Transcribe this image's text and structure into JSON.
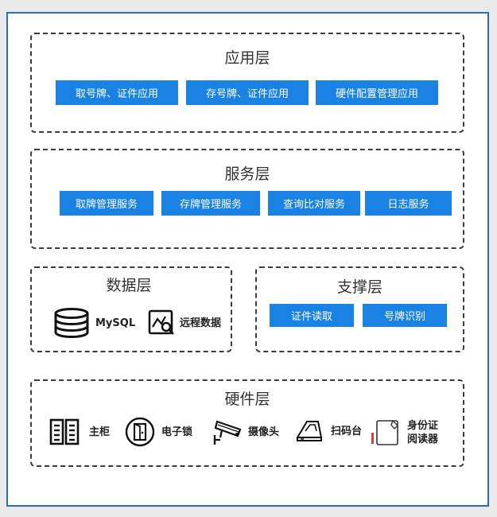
{
  "application_layer": {
    "title": "应用层",
    "buttons": [
      "取号牌、证件应用",
      "存号牌、证件应用",
      "硬件配置管理应用"
    ]
  },
  "service_layer": {
    "title": "服务层",
    "buttons": [
      "取牌管理服务",
      "存牌管理服务",
      "查询比对服务",
      "日志服务"
    ]
  },
  "data_layer": {
    "title": "数据层",
    "items": [
      {
        "label": "MySQL",
        "icon": "database-icon"
      },
      {
        "label": "远程数据",
        "icon": "remote-data-icon"
      }
    ]
  },
  "support_layer": {
    "title": "支撑层",
    "buttons": [
      "证件读取",
      "号牌识别"
    ]
  },
  "hardware_layer": {
    "title": "硬件层",
    "items": [
      {
        "label": "主柜",
        "icon": "cabinet-icon"
      },
      {
        "label": "电子锁",
        "icon": "lock-icon"
      },
      {
        "label": "摄像头",
        "icon": "camera-icon"
      },
      {
        "label": "扫码台",
        "icon": "scanner-icon"
      },
      {
        "label_line1": "身份证",
        "label_line2": "阅读器",
        "icon": "id-reader-icon"
      }
    ]
  },
  "colors": {
    "accent": "#1a82e2",
    "frame": "#2f6cb0",
    "border": "#3c3c3c"
  }
}
